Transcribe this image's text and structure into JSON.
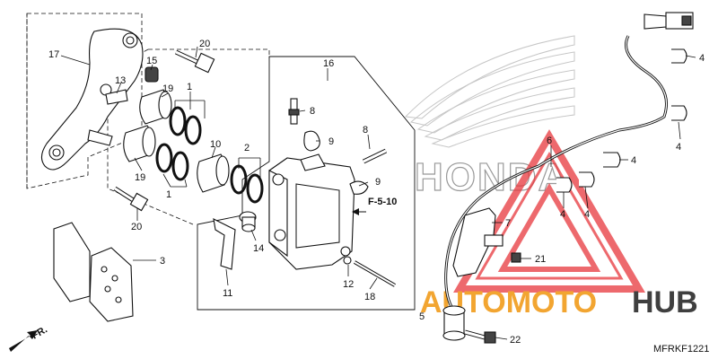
{
  "diagram": {
    "code": "MFRKF1221",
    "ref_label": "F-5-10",
    "front_arrow_label": "FR.",
    "watermark": {
      "brand_left": "AUTOMOTO",
      "brand_right": "HUB",
      "bg_text": "HONDA",
      "colors": {
        "orange": "#f2a531",
        "dark": "#3f3f3f",
        "red": "#e8383d"
      }
    },
    "callouts": [
      "17",
      "20",
      "15",
      "13",
      "19",
      "1",
      "16",
      "8",
      "9",
      "10",
      "2",
      "19",
      "1",
      "8",
      "9",
      "20",
      "14",
      "3",
      "11",
      "12",
      "18",
      "4",
      "4",
      "4",
      "6",
      "4",
      "4",
      "7",
      "21",
      "22",
      "5"
    ]
  }
}
